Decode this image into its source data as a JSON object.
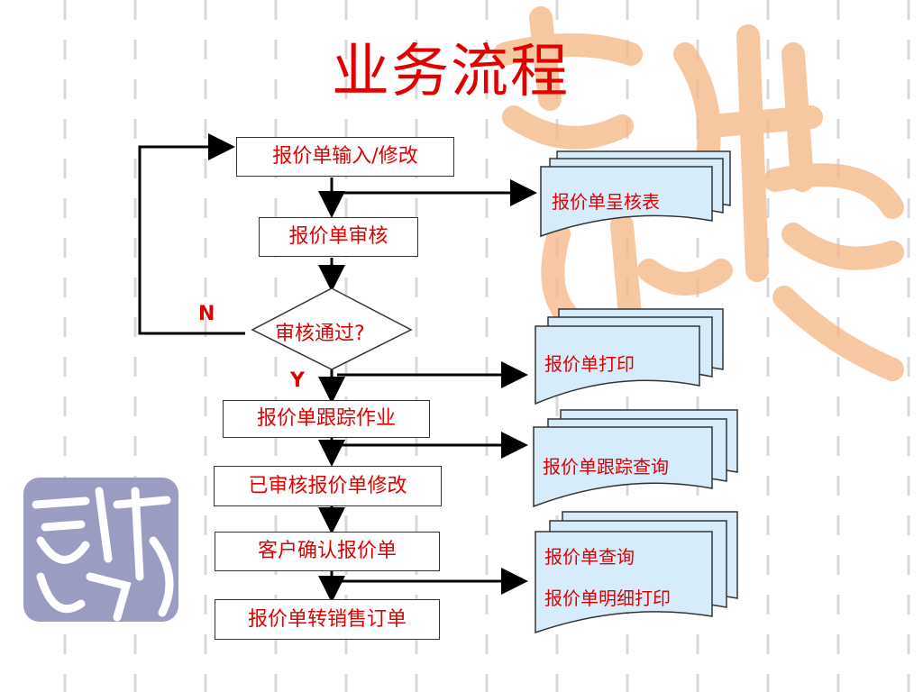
{
  "title": "业务流程",
  "steps": {
    "input": "报价单输入/修改",
    "review": "报价单审核",
    "decision": "审核通过?",
    "tracking": "报价单跟踪作业",
    "modify": "已审核报价单修改",
    "confirm": "客户确认报价单",
    "convert": "报价单转销售订单"
  },
  "branch_labels": {
    "no": "N",
    "yes": "Y"
  },
  "documents": {
    "review_report": "报价单呈核表",
    "print": "报价单打印",
    "tracking_query": "报价单跟踪查询",
    "query": "报价单查询",
    "detail_print": "报价单明细打印"
  },
  "colors": {
    "text": "#e00000",
    "doc_fill": "#d6ecfa",
    "watermark": "#f4b684",
    "seal": "#9b9cc2"
  }
}
